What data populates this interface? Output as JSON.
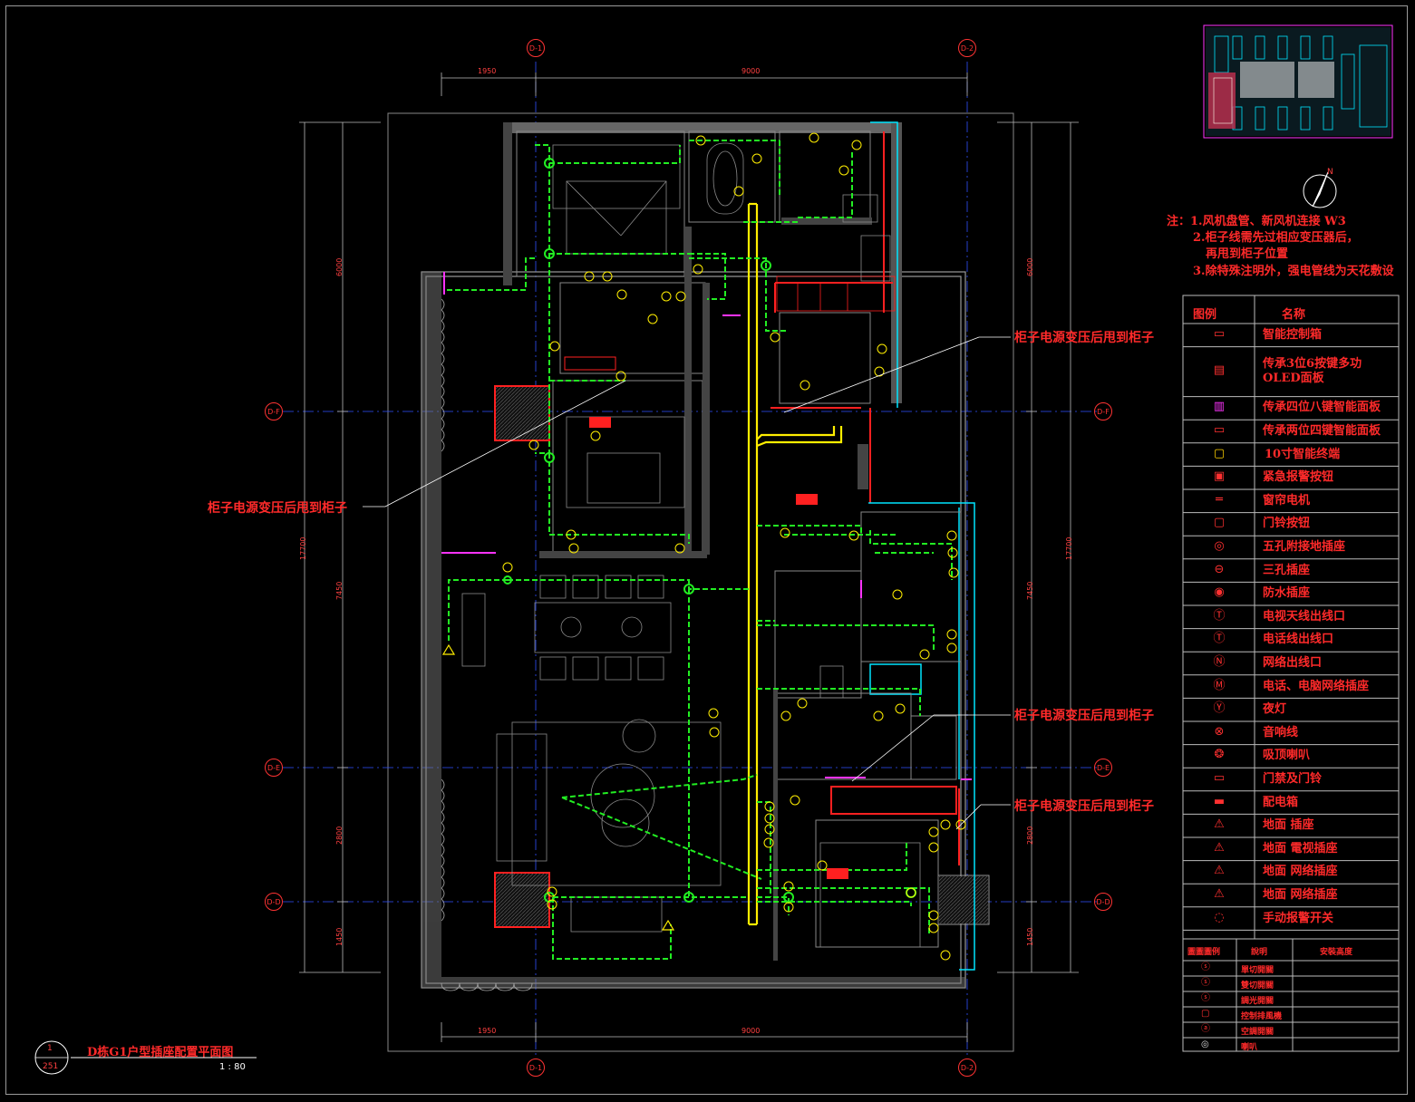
{
  "drawing": {
    "title": "D栋G1户型插座配置平面图",
    "scale": "1 : 80",
    "sheet_top": "1",
    "sheet_bottom": "251"
  },
  "notes": {
    "line1": "注：1.风机盘管、新风机连接 W3",
    "line2": "2.柜子线需先过相应变压器后，",
    "line3": "再甩到柜子位置",
    "line4": "3.除特殊注明外，强电管线为天花敷设"
  },
  "callouts": [
    "柜子电源变压后甩到柜子",
    "柜子电源变压后甩到柜子",
    "柜子电源变压后甩到柜子",
    "柜子电源变压后甩到柜子"
  ],
  "dimensions": {
    "top_left": "1950",
    "top_main": "9000",
    "bottom_left": "1950",
    "bottom_main": "9000",
    "left_total": "17700",
    "left_seg1": "6000",
    "left_seg2": "7450",
    "left_seg3": "2800",
    "left_seg4": "1450",
    "right_total": "17700",
    "right_seg1": "6000",
    "right_seg2": "7450",
    "right_seg3": "2800",
    "right_seg4": "1450"
  },
  "axes": {
    "top_left": "D-1",
    "top_right": "D-2",
    "bottom_left": "D-1",
    "bottom_right": "D-2",
    "left_f": "D-F",
    "left_e": "D-E",
    "left_d": "D-D",
    "right_f": "D-F",
    "right_e": "D-E",
    "right_d": "D-D"
  },
  "legend": {
    "header_icon": "图例",
    "header_name": "名称",
    "items": [
      {
        "icon": "smart-control-box-icon",
        "name": "智能控制箱"
      },
      {
        "icon": "oled-panel-icon",
        "name": "传承3位6按键多功\nOLED面板"
      },
      {
        "icon": "four-key-panel-icon",
        "name": "传承四位八键智能面板"
      },
      {
        "icon": "two-key-panel-icon",
        "name": "传承两位四键智能面板"
      },
      {
        "icon": "terminal-icon",
        "name": "10寸智能终端"
      },
      {
        "icon": "alarm-button-icon",
        "name": "紧急报警按钮"
      },
      {
        "icon": "curtain-motor-icon",
        "name": "窗帘电机"
      },
      {
        "icon": "doorbell-button-icon",
        "name": "门铃按钮"
      },
      {
        "icon": "five-hole-socket-icon",
        "name": "五孔附接地插座"
      },
      {
        "icon": "three-hole-socket-icon",
        "name": "三孔插座"
      },
      {
        "icon": "waterproof-socket-icon",
        "name": "防水插座"
      },
      {
        "icon": "tv-outlet-icon",
        "name": "电视天线出线口"
      },
      {
        "icon": "phone-outlet-icon",
        "name": "电话线出线口"
      },
      {
        "icon": "network-outlet-icon",
        "name": "网络出线口"
      },
      {
        "icon": "phone-network-socket-icon",
        "name": "电话、电脑网络插座"
      },
      {
        "icon": "night-light-icon",
        "name": "夜灯"
      },
      {
        "icon": "audio-line-icon",
        "name": "音响线"
      },
      {
        "icon": "ceiling-speaker-icon",
        "name": "吸顶喇叭"
      },
      {
        "icon": "access-doorbell-icon",
        "name": "门禁及门铃"
      },
      {
        "icon": "distribution-box-icon",
        "name": "配电箱"
      },
      {
        "icon": "floor-socket-icon",
        "name": "地面 插座"
      },
      {
        "icon": "floor-tv-socket-icon",
        "name": "地面 電视插座"
      },
      {
        "icon": "floor-network-socket-icon",
        "name": "地面 网络插座"
      },
      {
        "icon": "floor-network-socket-2-icon",
        "name": "地面 网络插座"
      },
      {
        "icon": "manual-alarm-switch-icon",
        "name": "手动报警开关"
      }
    ]
  },
  "switch_table": {
    "headers": [
      "圖圖圖例",
      "說明",
      "安裝高度"
    ],
    "rows": [
      {
        "icon": "single-switch-icon",
        "desc": "單切開關"
      },
      {
        "icon": "double-switch-icon",
        "desc": "雙切開關"
      },
      {
        "icon": "dimmer-switch-icon",
        "desc": "調光開關"
      },
      {
        "icon": "exhaust-switch-icon",
        "desc": "控制排風機"
      },
      {
        "icon": "ac-switch-icon",
        "desc": "空調開關"
      },
      {
        "icon": "speaker-icon",
        "desc": "喇叭"
      }
    ]
  },
  "colors": {
    "wall": "#ff2020",
    "green_wiring": "#22ee22",
    "yellow_trunk": "#ffee00",
    "cyan_wall": "#00e5ff",
    "magenta": "#ff33ff",
    "label_red": "#ff2a2a"
  }
}
